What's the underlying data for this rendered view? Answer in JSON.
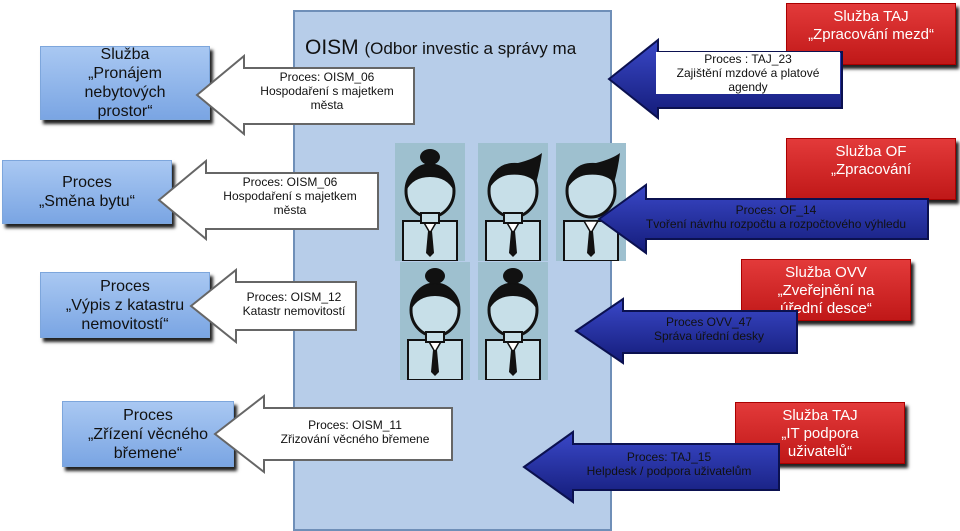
{
  "panel": {
    "title": "OISM",
    "subtitle": "(Odbor investic a správy ma"
  },
  "left_boxes": [
    {
      "lines": [
        "Služba",
        "„Pronájem",
        "nebytových",
        "prostor“"
      ]
    },
    {
      "lines": [
        "Proces",
        "„Směna bytu“"
      ]
    },
    {
      "lines": [
        "Proces",
        "„Výpis z katastru",
        "nemovitostí“"
      ]
    },
    {
      "lines": [
        "Proces",
        "„Zřízení věcného",
        "břemene“"
      ]
    }
  ],
  "left_arrows": [
    {
      "lines": [
        "Proces: OISM_06",
        "Hospodaření s majetkem",
        "města"
      ]
    },
    {
      "lines": [
        "Proces: OISM_06",
        "Hospodaření s majetkem",
        "města"
      ]
    },
    {
      "lines": [
        "Proces: OISM_12",
        "Katastr nemovitostí"
      ]
    },
    {
      "lines": [
        "Proces: OISM_11",
        "Zřizování věcného břemene"
      ]
    }
  ],
  "right_boxes": [
    {
      "lines": [
        "Služba TAJ",
        "„Zpracování mezd“"
      ]
    },
    {
      "lines": [
        "Služba OF",
        "„Zpracování"
      ]
    },
    {
      "lines": [
        "Služba OVV",
        "„Zveřejnění na",
        "úřední desce“"
      ]
    },
    {
      "lines": [
        "Služba TAJ",
        "„IT podpora",
        "uživatelů“"
      ]
    }
  ],
  "right_arrows": [
    {
      "lines": [
        "Proces : TAJ_23",
        "Zajištění mzdové a platové",
        "agendy"
      ]
    },
    {
      "lines": [
        "Proces: OF_14",
        "Tvoření návrhu rozpočtu a rozpočtového výhledu"
      ]
    },
    {
      "lines": [
        "Proces OVV_47",
        "Správa úřední desky"
      ]
    },
    {
      "lines": [
        "Proces: TAJ_15",
        "Helpdesk / podpora uživatelům"
      ]
    }
  ],
  "colors": {
    "panel": "#b7cde9",
    "blue_box": "#8fb4ea",
    "red_box": "#d42a2a",
    "navy_arrow": "#1f2a9c",
    "white_arrow": "#ffffff"
  },
  "icons": [
    "woman-icon",
    "man-icon",
    "man-icon",
    "woman-icon",
    "woman-icon"
  ]
}
